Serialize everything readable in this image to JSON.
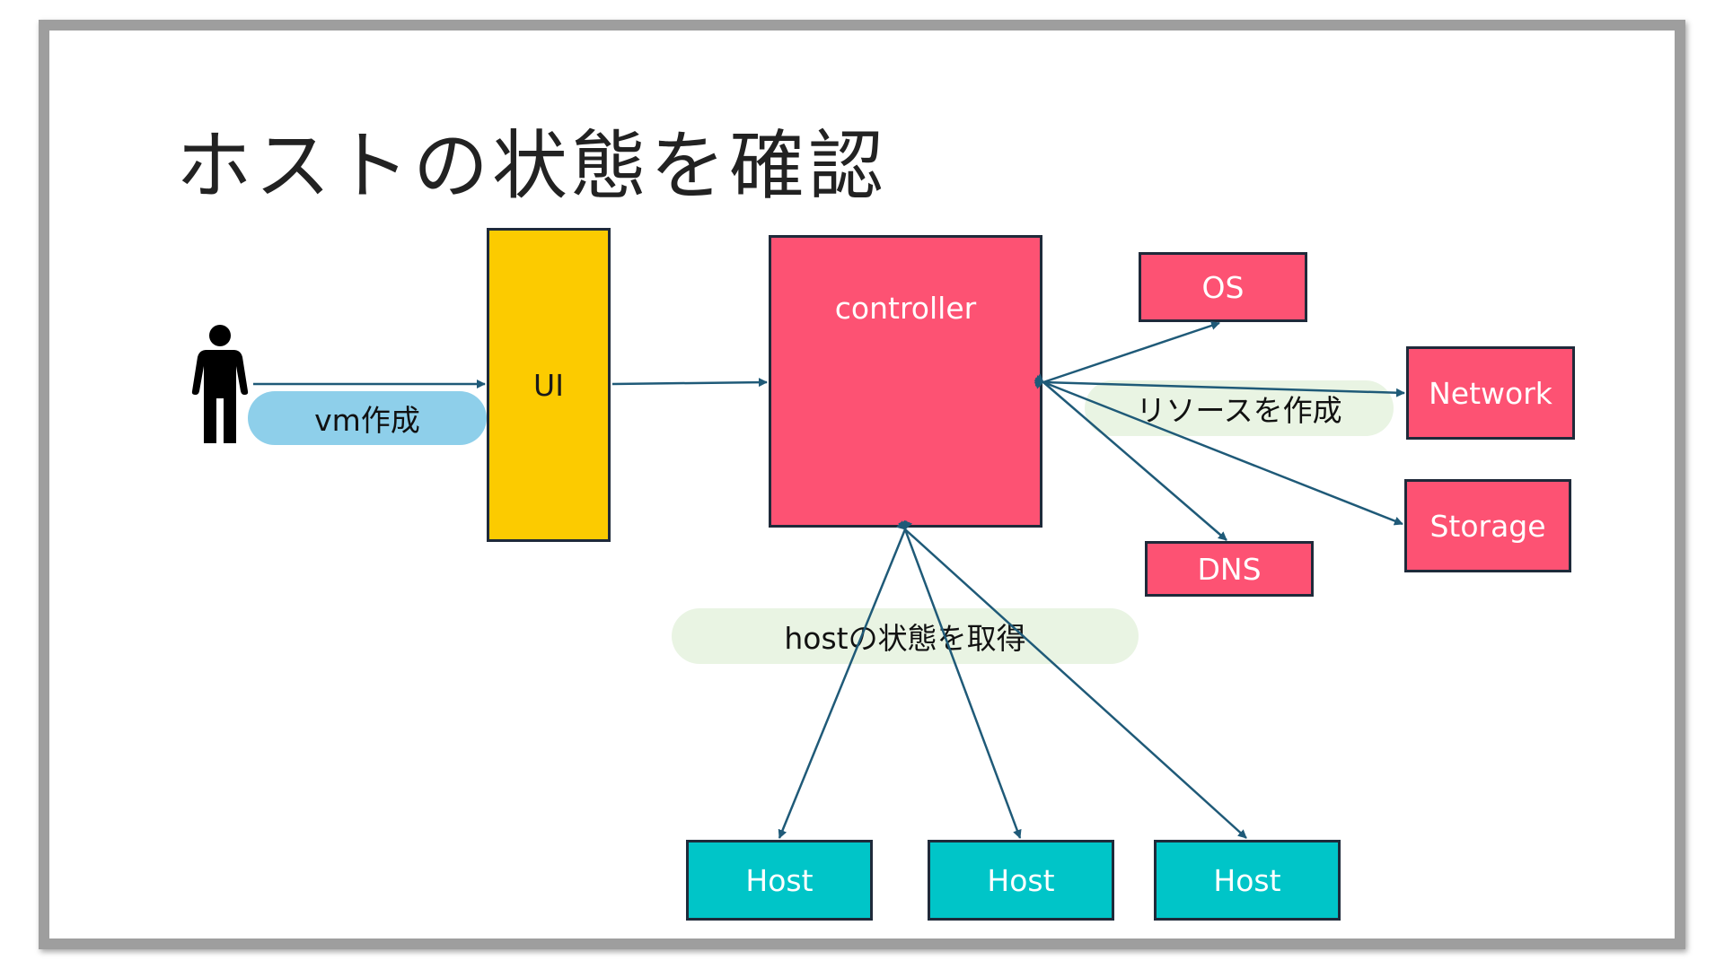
{
  "slide": {
    "title": "ホストの状態を確認"
  },
  "nodes": {
    "ui": "UI",
    "controller": "controller",
    "os": "OS",
    "network": "Network",
    "storage": "Storage",
    "dns": "DNS",
    "host1": "Host",
    "host2": "Host",
    "host3": "Host"
  },
  "labels": {
    "vm_create": "vm作成",
    "resource_create": "リソースを作成",
    "host_state": "hostの状態を取得"
  },
  "colors": {
    "controller": "#fd5273",
    "resource": "#fd5273",
    "host": "#00c5c8",
    "ui": "#fccb00",
    "arrow": "#1f5a78",
    "vm_pill": "#8ecfea",
    "green_pill": "#e2f0d9"
  },
  "icons": {
    "user": "person-icon"
  }
}
